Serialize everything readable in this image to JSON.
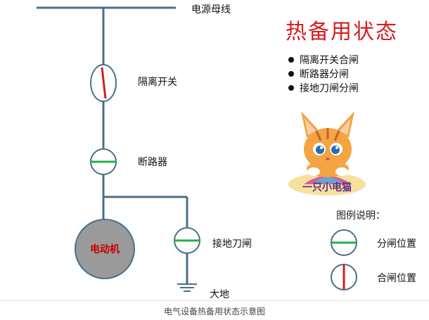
{
  "diagram": {
    "title": "热备用状态",
    "bus_label": "电源母线",
    "isolator_label": "隔离开关",
    "breaker_label": "断路器",
    "motor_label": "电动机",
    "ground_switch_label": "接地刀闸",
    "earth_label": "大地",
    "status_items": [
      {
        "text": "隔离开关合闸"
      },
      {
        "text": "断路器分闸"
      },
      {
        "text": "接地刀闸分闸"
      }
    ],
    "legend": {
      "title": "图例说明：",
      "open_label": "分闸位置",
      "closed_label": "合闸位置"
    },
    "mascot_text": "一只小电猫",
    "caption": "电气设备热备用状态示意图",
    "colors": {
      "line": "#4a6f8a",
      "open_bar": "#22b04b",
      "closed_bar": "#d0201f",
      "motor": "#9a9a9a",
      "title": "#d71d20"
    }
  }
}
